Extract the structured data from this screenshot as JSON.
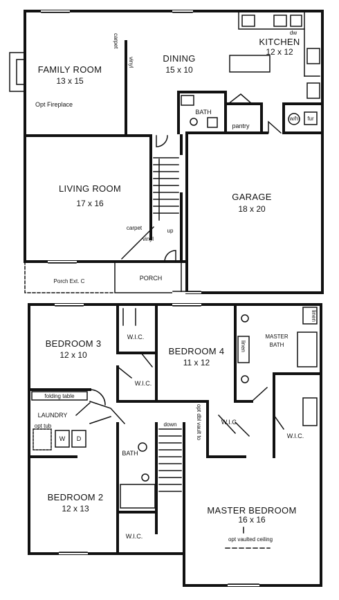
{
  "upper_floor": {
    "family_room": {
      "name": "FAMILY ROOM",
      "size": "13 x 15",
      "note": "Opt Fireplace"
    },
    "dining": {
      "name": "DINING",
      "size": "15 x 10"
    },
    "kitchen": {
      "name": "KITCHEN",
      "size": "12 x 12",
      "dw": "dw"
    },
    "carpet_vinyl_1": "carpet",
    "carpet_vinyl_2": "vinyl",
    "bath": "BATH",
    "pantry": "pantry",
    "wh": "w/h",
    "fur": "fur",
    "living_room": {
      "name": "LIVING ROOM",
      "size": "17 x 16"
    },
    "garage": {
      "name": "GARAGE",
      "size": "18 x 20"
    },
    "stair_up": "up",
    "stair_carpet": "carpet",
    "stair_vinyl": "vinyl",
    "porch_extension": "Porch Ext. C",
    "porch": "PORCH"
  },
  "lower_floor": {
    "bedroom3": {
      "name": "BEDROOM 3",
      "size": "12 x 10"
    },
    "bedroom4": {
      "name": "BEDROOM 4",
      "size": "11 x 12"
    },
    "master_bath": {
      "name": "MASTER",
      "name2": "BATH"
    },
    "linen1": "linen",
    "linen2": "linen",
    "wic_1": "W.I.C.",
    "wic_2": "W.I.C.",
    "wic_3": "W.I.C.",
    "wic_4": "W.I.C.",
    "wic_5": "W.I.C.",
    "folding_table": "folding table",
    "laundry": "LAUNDRY",
    "opt_tub": "opt tub",
    "washer": "W",
    "dryer": "D",
    "bath": "BATH",
    "down": "down",
    "opt_dbl_vaulted": "opt dbl vault to",
    "bedroom2": {
      "name": "BEDROOM 2",
      "size": "12 x 13"
    },
    "master_bedroom": {
      "name": "MASTER BEDROOM",
      "size": "16 x 16",
      "note": "opt vaulted ceiling"
    }
  },
  "colors": {
    "wall": "#111111",
    "paper": "#ffffff"
  }
}
